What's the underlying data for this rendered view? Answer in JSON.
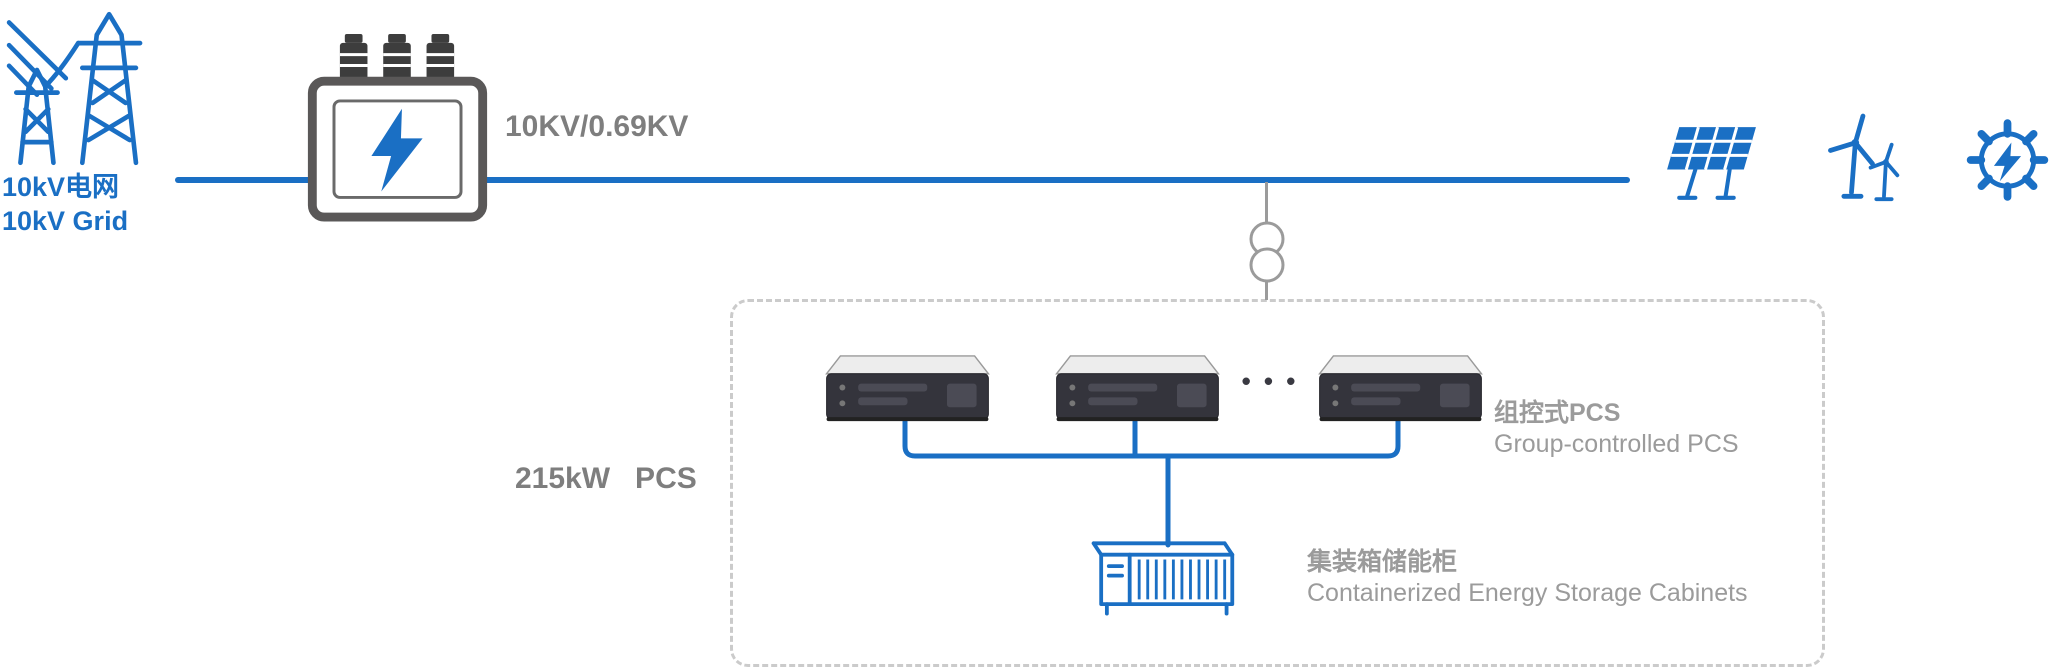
{
  "colors": {
    "blue": "#1A6FC4",
    "gray_label": "#7E7E7E",
    "light_gray_label": "#9B9B9B",
    "outline_gray": "#5A5858",
    "dashed_border": "#CBCBCB"
  },
  "grid": {
    "label_cn": "10kV电网",
    "label_en": "10kV Grid"
  },
  "transformer": {
    "ratio_label": "10KV/0.69KV"
  },
  "pcs_section": {
    "power_label": "215kW   PCS",
    "ellipsis": "• • •",
    "group_label_cn": "组控式PCS",
    "group_label_en": "Group-controlled PCS"
  },
  "storage": {
    "label_cn": "集装箱储能柜",
    "label_en": "Containerized Energy Storage Cabinets"
  }
}
